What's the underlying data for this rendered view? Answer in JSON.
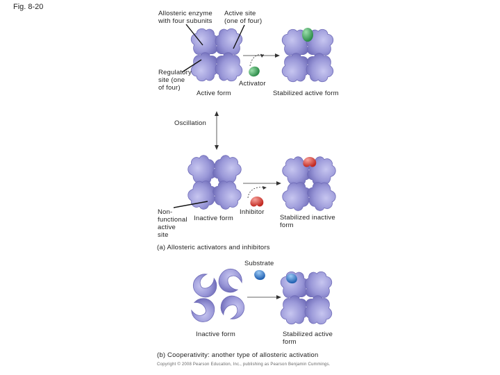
{
  "figure_label": "Fig. 8-20",
  "panel_a": {
    "enzyme_label": "Allosteric enzyme\nwith four subunits",
    "active_site_label": "Active site\n(one of four)",
    "regulatory_site_label": "Regulatory\nsite (one\nof four)",
    "activator_label": "Activator",
    "active_form_label": "Active form",
    "stabilized_active_label": "Stabilized active form",
    "oscillation_label": "Oscillation",
    "nonfunctional_label": "Non-\nfunctional\nactive\nsite",
    "inhibitor_label": "Inhibitor",
    "inactive_form_label": "Inactive form",
    "stabilized_inactive_label": "Stabilized inactive\nform",
    "caption": "(a) Allosteric activators and inhibitors"
  },
  "panel_b": {
    "substrate_label": "Substrate",
    "inactive_form_label": "Inactive form",
    "stabilized_active_label": "Stabilized active\nform",
    "caption": "(b) Cooperativity: another type of allosteric activation"
  },
  "copyright": "Copyright © 2008 Pearson Education, Inc., publishing as Pearson Benjamin Cummings.",
  "colors": {
    "enzyme": "#9a98d8",
    "enzyme_dark": "#6f6cb8",
    "activator": "#3aa85a",
    "inhibitor": "#e2453b",
    "substrate": "#2f7fd0"
  }
}
